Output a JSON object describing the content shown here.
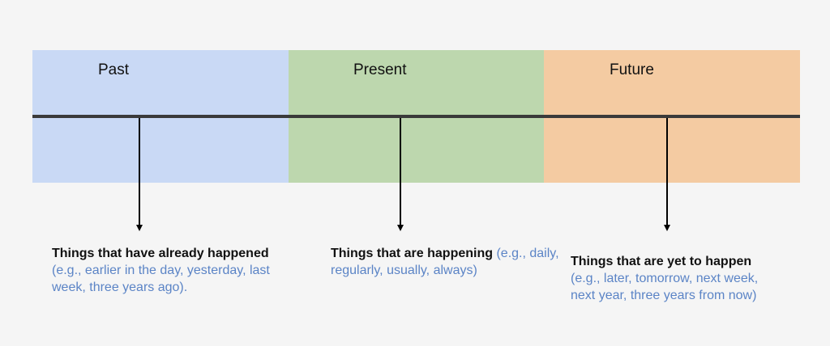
{
  "periods": [
    {
      "label": "Past",
      "desc_bold": "Things that have already happened",
      "desc_text": " (e.g., earlier in the day, yesterday, last week, three years ago)."
    },
    {
      "label": "Present",
      "desc_bold": "Things that are happening",
      "desc_text": " (e.g., daily, regularly, usually, always)"
    },
    {
      "label": "Future",
      "desc_bold": "Things that are yet to happen",
      "desc_text": " (e.g., later, tomorrow, next week, next year, three years from now)"
    }
  ],
  "colors": {
    "past": "#c9d9f5",
    "present": "#bdd7ae",
    "future": "#f4cba2",
    "description_accent": "#5b84c6"
  }
}
